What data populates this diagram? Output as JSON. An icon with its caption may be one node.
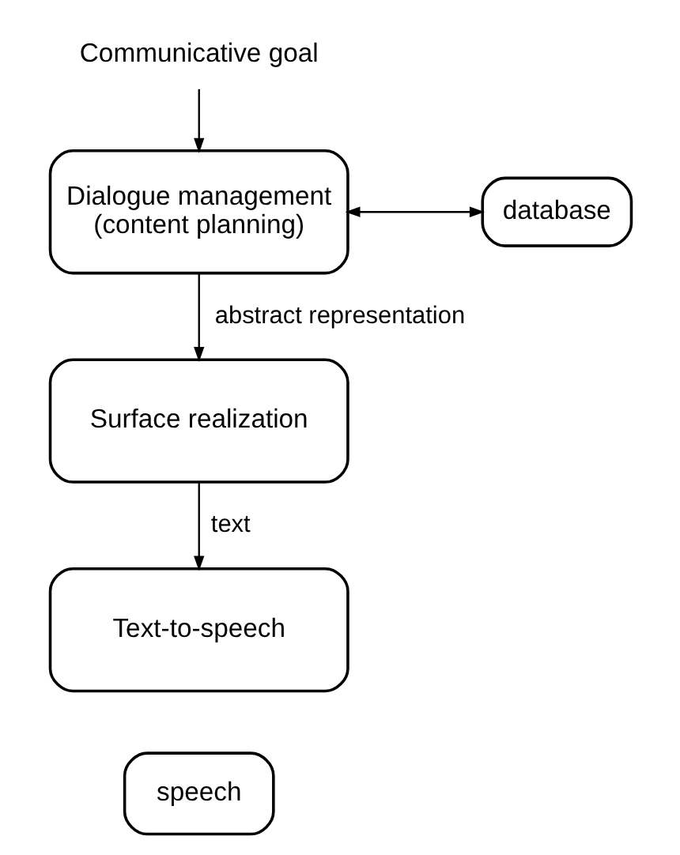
{
  "diagram": {
    "nodes": [
      {
        "text": [
          "Communicative goal"
        ]
      },
      {
        "text": [
          "Dialogue management (content planning)"
        ]
      },
      {
        "text": [
          "database"
        ]
      },
      {
        "text": [
          "Surface realization"
        ]
      },
      {
        "text": [
          "Text-to-speech"
        ]
      },
      {
        "text": [
          "speech"
        ]
      }
    ],
    "edges": [
      {
        "from": 0,
        "to": 1,
        "arrow": "to"
      },
      {
        "from": 1,
        "to": 2,
        "arrow": "both"
      },
      {
        "from": 1,
        "to": 3,
        "arrow": "to",
        "label": "abstract representation"
      },
      {
        "from": 3,
        "to": 4,
        "arrow": "to",
        "label": "text"
      }
    ]
  }
}
